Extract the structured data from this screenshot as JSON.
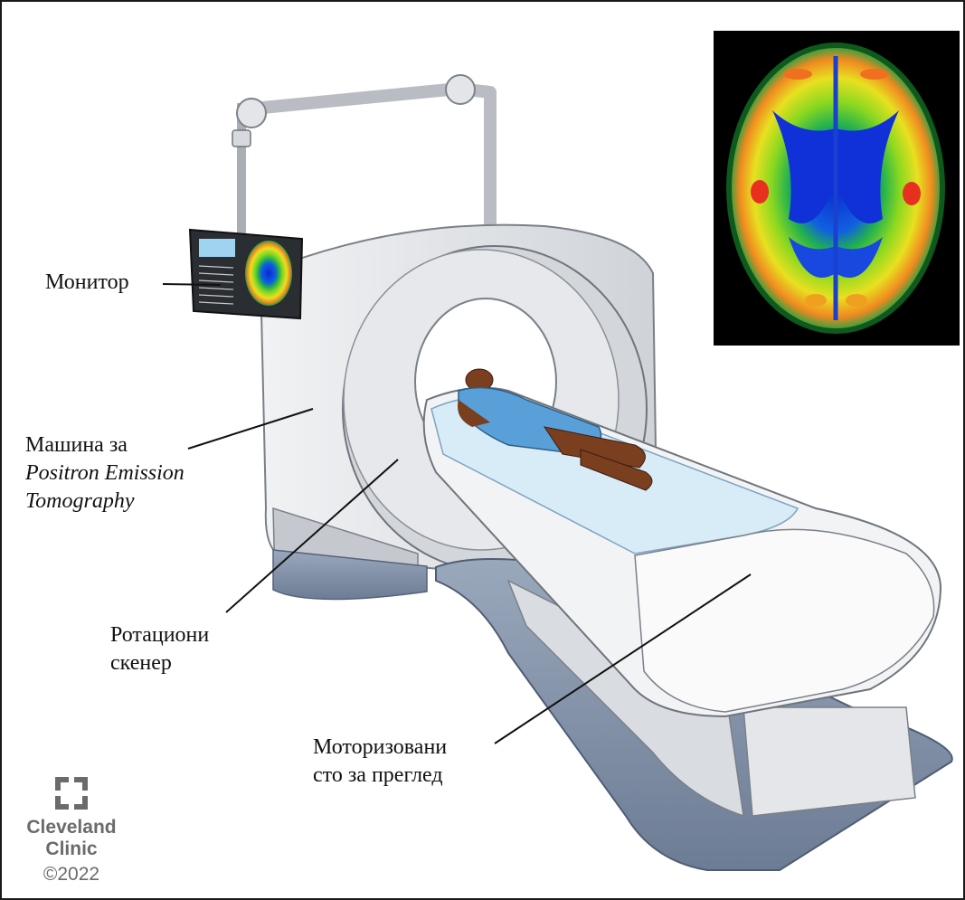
{
  "labels": {
    "monitor": "Монитор",
    "machine_line1": "Машина за",
    "machine_line2": "Positron Emission",
    "machine_line3": "Tomography",
    "scanner_line1": "Ротациони",
    "scanner_line2": "скенер",
    "table_line1": "Моторизовани",
    "table_line2": "сто за преглед"
  },
  "brand": {
    "line1": "Cleveland",
    "line2": "Clinic",
    "copyright": "©2022"
  },
  "colors": {
    "machine_shell": "#dcdfe3",
    "base": "#7f8fa6",
    "table_pad": "#d8ecf8",
    "gown": "#5aa0d8",
    "skin": "#7a3f1f",
    "pet_background": "#000000"
  },
  "icons": {
    "logo": "cleveland-clinic-logo-icon",
    "brain_scan": "pet-brain-scan-image"
  }
}
